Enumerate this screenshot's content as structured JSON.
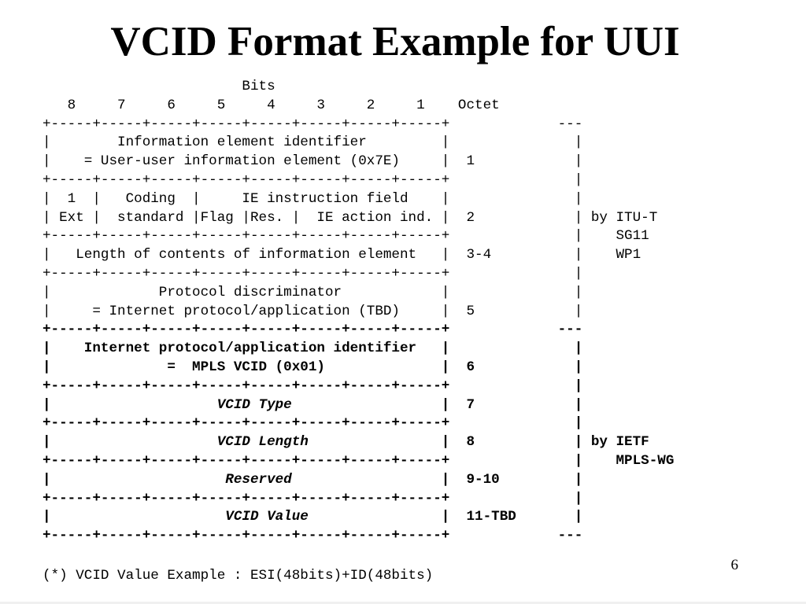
{
  "title": "VCID Format Example for UUI",
  "figure": {
    "lines": [
      {
        "text": "                        Bits",
        "style": "normal"
      },
      {
        "text": "   8     7     6     5     4     3     2     1    Octet",
        "style": "normal"
      },
      {
        "text": "+-----+-----+-----+-----+-----+-----+-----+-----+             ---",
        "style": "normal"
      },
      {
        "text": "|        Information element identifier         |               |",
        "style": "normal"
      },
      {
        "text": "|    = User-user information element (0x7E)     |  1            |",
        "style": "normal"
      },
      {
        "text": "+-----+-----+-----+-----+-----+-----+-----+-----+               |",
        "style": "normal"
      },
      {
        "text": "|  1  |   Coding  |     IE instruction field    |               |",
        "style": "normal"
      },
      {
        "text": "| Ext |  standard |Flag |Res. |  IE action ind. |  2            | by ITU-T",
        "style": "normal"
      },
      {
        "text": "+-----+-----+-----+-----+-----+-----+-----+-----+               |    SG11",
        "style": "normal"
      },
      {
        "text": "|   Length of contents of information element   |  3-4          |    WP1",
        "style": "normal"
      },
      {
        "text": "+-----+-----+-----+-----+-----+-----+-----+-----+               |",
        "style": "normal"
      },
      {
        "text": "|             Protocol discriminator            |               |",
        "style": "normal"
      },
      {
        "text": "|     = Internet protocol/application (TBD)     |  5            |",
        "style": "normal"
      },
      {
        "text": "+-----+-----+-----+-----+-----+-----+-----+-----+             ---",
        "style": "bold"
      },
      {
        "text": "|    Internet protocol/application identifier   |               |",
        "style": "bold"
      },
      {
        "text": "|              =  MPLS VCID (0x01)              |  6            |",
        "style": "bold"
      },
      {
        "text": "+-----+-----+-----+-----+-----+-----+-----+-----+               |",
        "style": "bold"
      },
      {
        "prefix": "|                    ",
        "italic": "VCID Type",
        "suffix": "                  |  7            |",
        "style": "bold"
      },
      {
        "text": "+-----+-----+-----+-----+-----+-----+-----+-----+               |",
        "style": "bold"
      },
      {
        "prefix": "|                    ",
        "italic": "VCID Length",
        "suffix": "                |  8            | by IETF",
        "style": "bold"
      },
      {
        "text": "+-----+-----+-----+-----+-----+-----+-----+-----+               |    MPLS-WG",
        "style": "bold"
      },
      {
        "prefix": "|                     ",
        "italic": "Reserved",
        "suffix": "                  |  9-10         |",
        "style": "bold"
      },
      {
        "text": "+-----+-----+-----+-----+-----+-----+-----+-----+               |",
        "style": "bold"
      },
      {
        "prefix": "|                     ",
        "italic": "VCID Value",
        "suffix": "                |  11-TBD       |",
        "style": "bold"
      },
      {
        "text": "+-----+-----+-----+-----+-----+-----+-----+-----+             ---",
        "style": "bold"
      }
    ]
  },
  "footnote": "(*) VCID Value Example : ESI(48bits)+ID(48bits)",
  "page_number": "6"
}
